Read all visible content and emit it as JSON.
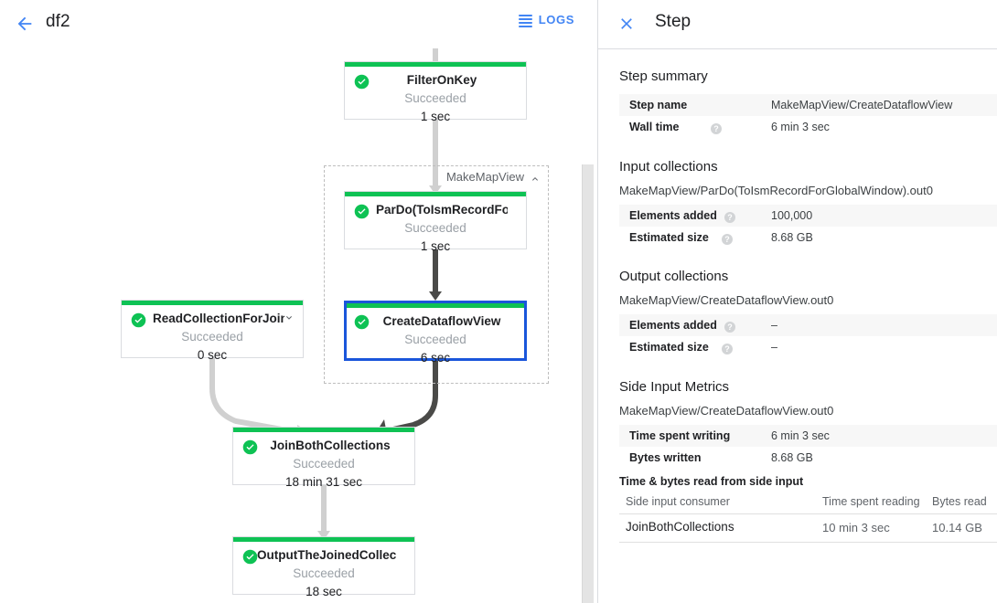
{
  "header": {
    "back_icon": "arrow-left-icon",
    "job_title": "df2",
    "logs_label": "LOGS",
    "logs_icon": "list-icon",
    "accent_blue": "#4285f4"
  },
  "graph": {
    "status_succeeded": "Succeeded",
    "bar_green": "#0ec254",
    "selected_border": "#1a56db",
    "edge_light": "#d0d0d0",
    "edge_dark": "#4a4a48",
    "groups": [
      {
        "label": "MakeMapView",
        "chevron": "chevron-up-icon",
        "collapsed": false
      }
    ],
    "nodes": [
      {
        "id": "filter-on-key",
        "title": "FilterOnKey",
        "status": "Succeeded",
        "time": "1 sec",
        "selected": false,
        "chevron": null
      },
      {
        "id": "pardo-toismrecordfor",
        "title": "ParDo(ToIsmRecordFor…",
        "status": "Succeeded",
        "time": "1 sec",
        "selected": false,
        "chevron": null
      },
      {
        "id": "create-dataflow-view",
        "title": "CreateDataflowView",
        "status": "Succeeded",
        "time": "6 sec",
        "selected": true,
        "chevron": null
      },
      {
        "id": "read-collection-for-join",
        "title": "ReadCollectionForJoin",
        "status": "Succeeded",
        "time": "0 sec",
        "selected": false,
        "chevron": "chevron-down-icon"
      },
      {
        "id": "join-both-collections",
        "title": "JoinBothCollections",
        "status": "Succeeded",
        "time": "18 min 31 sec",
        "selected": false,
        "chevron": null
      },
      {
        "id": "output-the-joined-collection",
        "title": "OutputTheJoinedCollec…",
        "status": "Succeeded",
        "time": "18 sec",
        "selected": false,
        "chevron": null
      }
    ]
  },
  "panel": {
    "close_icon": "close-icon",
    "title": "Step",
    "step_summary": {
      "heading": "Step summary",
      "rows": [
        {
          "key": "Step name",
          "value": "MakeMapView/CreateDataflowView",
          "help": false
        },
        {
          "key": "Wall time",
          "value": "6 min 3 sec",
          "help": true
        }
      ]
    },
    "input_collections": {
      "heading": "Input collections",
      "collection": "MakeMapView/ParDo(ToIsmRecordForGlobalWindow).out0",
      "rows": [
        {
          "key": "Elements added",
          "value": "100,000",
          "help": true
        },
        {
          "key": "Estimated size",
          "value": "8.68 GB",
          "help": true
        }
      ]
    },
    "output_collections": {
      "heading": "Output collections",
      "collection": "MakeMapView/CreateDataflowView.out0",
      "rows": [
        {
          "key": "Elements added",
          "value": "–",
          "help": true
        },
        {
          "key": "Estimated size",
          "value": "–",
          "help": true
        }
      ]
    },
    "side_input_metrics": {
      "heading": "Side Input Metrics",
      "collection": "MakeMapView/CreateDataflowView.out0",
      "rows": [
        {
          "key": "Time spent writing",
          "value": "6 min 3 sec",
          "help": false
        },
        {
          "key": "Bytes written",
          "value": "8.68 GB",
          "help": false
        }
      ]
    },
    "side_input_table": {
      "title": "Time & bytes read from side input",
      "columns": [
        "Side input consumer",
        "Time spent reading",
        "Bytes read"
      ],
      "rows": [
        [
          "JoinBothCollections",
          "10 min 3 sec",
          "10.14 GB"
        ]
      ]
    }
  }
}
